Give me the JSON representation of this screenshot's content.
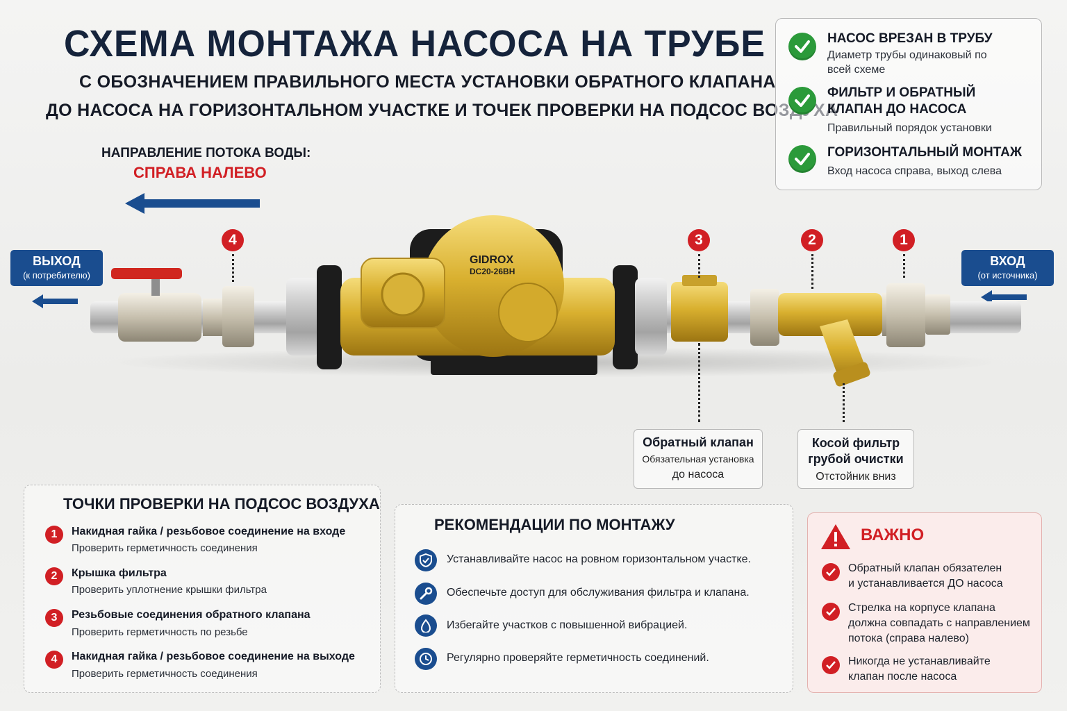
{
  "title": "СХЕМА МОНТАЖА НАСОСА НА ТРУБЕ",
  "subtitle_line1": "С ОБОЗНАЧЕНИЕМ ПРАВИЛЬНОГО МЕСТА УСТАНОВКИ ОБРАТНОГО КЛАПАНА",
  "subtitle_line2": "ДО НАСОСА НА ГОРИЗОНТАЛЬНОМ УЧАСТКЕ И ТОЧЕК ПРОВЕРКИ НА ПОДСОС ВОЗДУХА",
  "flow": {
    "label": "НАПРАВЛЕНИЕ ПОТОКА ВОДЫ:",
    "direction": "СПРАВА НАЛЕВО"
  },
  "checklist": [
    {
      "title": "НАСОС ВРЕЗАН В ТРУБУ",
      "text": "Диаметр трубы одинаковый по всей схеме"
    },
    {
      "title": "ФИЛЬТР И ОБРАТНЫЙ КЛАПАН ДО НАСОСА",
      "text": "Правильный порядок установки"
    },
    {
      "title": "ГОРИЗОНТАЛЬНЫЙ МОНТАЖ",
      "text": "Вход насоса справа, выход слева"
    }
  ],
  "outlet": {
    "label": "ВЫХОД",
    "note": "(к потребителю)"
  },
  "inlet": {
    "label": "ВХОД",
    "note": "(от источника)"
  },
  "pump": {
    "brand": "GIDROX",
    "model": "DC20-26BH"
  },
  "markers": [
    "1",
    "2",
    "3",
    "4"
  ],
  "callouts": {
    "check_valve": {
      "title": "Обратный клапан",
      "line1": "Обязательная установка",
      "line2": "до насоса"
    },
    "filter": {
      "title": "Косой фильтр грубой очистки",
      "line1": "Отстойник вниз"
    }
  },
  "air_points": {
    "heading": "ТОЧКИ ПРОВЕРКИ НА ПОДСОС ВОЗДУХА",
    "items": [
      {
        "num": "1",
        "title": "Накидная гайка / резьбовое соединение на входе",
        "text": "Проверить герметичность соединения"
      },
      {
        "num": "2",
        "title": "Крышка фильтра",
        "text": "Проверить уплотнение крышки фильтра"
      },
      {
        "num": "3",
        "title": "Резьбовые соединения обратного клапана",
        "text": "Проверить герметичность по резьбе"
      },
      {
        "num": "4",
        "title": "Накидная гайка / резьбовое соединение на выходе",
        "text": "Проверить герметичность соединения"
      }
    ]
  },
  "recommendations": {
    "heading": "РЕКОМЕНДАЦИИ ПО МОНТАЖУ",
    "items": [
      {
        "icon": "shield-check-icon",
        "text": "Устанавливайте насос на ровном горизонтальном участке."
      },
      {
        "icon": "wrench-icon",
        "text": "Обеспечьте доступ для обслуживания фильтра и клапана."
      },
      {
        "icon": "vibration-icon",
        "text": "Избегайте участков с повышенной вибрацией."
      },
      {
        "icon": "clock-icon",
        "text": "Регулярно проверяйте герметичность соединений."
      }
    ]
  },
  "important": {
    "heading": "ВАЖНО",
    "items": [
      "Обратный клапан обязателен и устанавливается ДО насоса",
      "Стрелка на корпусе клапана должна совпадать с направлением потока (справа налево)",
      "Никогда не устанавливайте клапан после насоса"
    ]
  },
  "colors": {
    "navy": "#15233b",
    "accent_blue": "#1a4d8f",
    "red": "#d11f24",
    "green": "#2b9a3a",
    "brass": "#d9b02f"
  }
}
